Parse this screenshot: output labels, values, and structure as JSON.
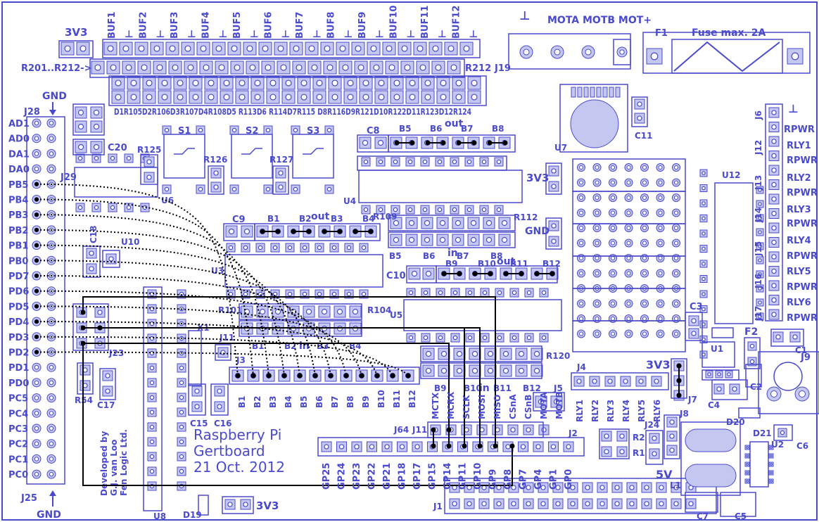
{
  "board": {
    "title": "Raspberry Pi",
    "subtitle": "Gertboard",
    "date": "21 Oct. 2012",
    "credits": [
      "Developed by",
      "G.J. van Loo",
      "Fen Logic Ltd."
    ]
  },
  "colors": {
    "silkscreen": "#4a4acc",
    "pad_fill": "#c4c8f0",
    "pad_hole": "#ffffff",
    "wire": "#000000"
  },
  "top_labels": {
    "supply_3v3": "3V3",
    "buf": [
      "BUF1",
      "BUF2",
      "BUF3",
      "BUF4",
      "BUF5",
      "BUF6",
      "BUF7",
      "BUF8",
      "BUF9",
      "BUF10",
      "BUF11",
      "BUF12"
    ],
    "ground_symbol": "⊥",
    "r_range": "R201..R212->",
    "r212": "R212",
    "led_row": "D1R105D2R106D3R107D4R108D5 R113D6 R114D7R115 D8R116D9R121D10R122D11R123D12R124",
    "motor": "MOTA MOTB MOT+",
    "j19": "J19",
    "fuse": "F1",
    "fuse_label": "Fuse max. 2A"
  },
  "left_header": {
    "gnd_top": "GND",
    "j28": "J28",
    "pins": [
      "AD1",
      "AD0",
      "DA1",
      "DA0",
      "PB5",
      "PB4",
      "PB3",
      "PB2",
      "PB1",
      "PB0",
      "PD7",
      "PD6",
      "PD5",
      "PD4",
      "PD3",
      "PD2",
      "PD1",
      "PD0",
      "PC5",
      "PC4",
      "PC3",
      "PC2",
      "PC1",
      "PC0"
    ],
    "j25": "J25",
    "gnd_bottom": "GND"
  },
  "components": {
    "switches": [
      "S1",
      "S2",
      "S3"
    ],
    "resistors": [
      "R125",
      "R126",
      "R127",
      "R109",
      "R112",
      "R101",
      "R104",
      "R120",
      "R54",
      "R1",
      "R2"
    ],
    "caps": [
      "C8",
      "C20",
      "C9",
      "C10",
      "C11",
      "C3",
      "C1",
      "C2",
      "C4",
      "C5",
      "C6",
      "C7",
      "C15",
      "C16",
      "C17",
      "C18"
    ],
    "ics": [
      "U4",
      "U6",
      "U3",
      "U5",
      "U7",
      "U8",
      "U10",
      "U12",
      "U1",
      "U2"
    ],
    "j29": "J29",
    "j23": "J23",
    "x1": "X1",
    "j11_top": "J11",
    "j3": "J3",
    "j4": "J4",
    "j5": "J5",
    "j6": "J6",
    "j12": "J12",
    "j13": "J13",
    "j14": "J14",
    "j15": "J15",
    "j16": "J16",
    "j17": "J17",
    "j7": "J7",
    "j8": "J8",
    "j9": "J9",
    "j24": "J24",
    "j64": "J64",
    "j11": "J11",
    "j2": "J2",
    "j1": "J1",
    "d19": "D19",
    "d20": "D20",
    "d21": "D21",
    "l1": "L1",
    "f2": "F2",
    "gnd_mid": "GND",
    "v3_mid": "3V3",
    "v3_right": "3V3",
    "v5": "5V",
    "v3_bottom": "3V3"
  },
  "buffer_jumpers": {
    "out1": "out",
    "b_top1": [
      "B5",
      "B6",
      "B7",
      "B8"
    ],
    "out2": "out",
    "b_top2": [
      "B1",
      "B2",
      "B3",
      "B4"
    ],
    "in1": "in",
    "b_mid": [
      "B5",
      "B6",
      "B7",
      "B8"
    ],
    "b_mid2": [
      "B9",
      "B10",
      "B11",
      "B12"
    ],
    "out3": "out",
    "in2": "in",
    "b_r_row": [
      "B1",
      "B2",
      "B3",
      "B4"
    ],
    "j3_pins": [
      "B1",
      "B2",
      "B3",
      "B4",
      "B5",
      "B6",
      "B7",
      "B8",
      "B9",
      "B10",
      "B11",
      "B12"
    ],
    "b_bottom": [
      "B9",
      "B10",
      "B11",
      "B12"
    ],
    "in3": "in"
  },
  "relay": {
    "rpwr": "RPWR",
    "rly": [
      "RLY1",
      "RLY2",
      "RLY3",
      "RLY4",
      "RLY5",
      "RLY6"
    ],
    "j4_pins": [
      "RLY1",
      "RLY2",
      "RLY3",
      "RLY4",
      "RLY5",
      "RLY6"
    ]
  },
  "spi_labels": [
    "MCTX",
    "MCRX",
    "SCLK",
    "MOSI",
    "MISO",
    "CSnA",
    "CSnB",
    "MOTA",
    "MOTB"
  ],
  "gpio_labels": [
    "GP25",
    "GP24",
    "GP23",
    "GP22",
    "GP21",
    "GP18",
    "GP17",
    "GP15",
    "GP14",
    "GP11",
    "GP10",
    "GP9",
    "GP8",
    "GP7",
    "GP4",
    "GP1",
    "GP0"
  ]
}
